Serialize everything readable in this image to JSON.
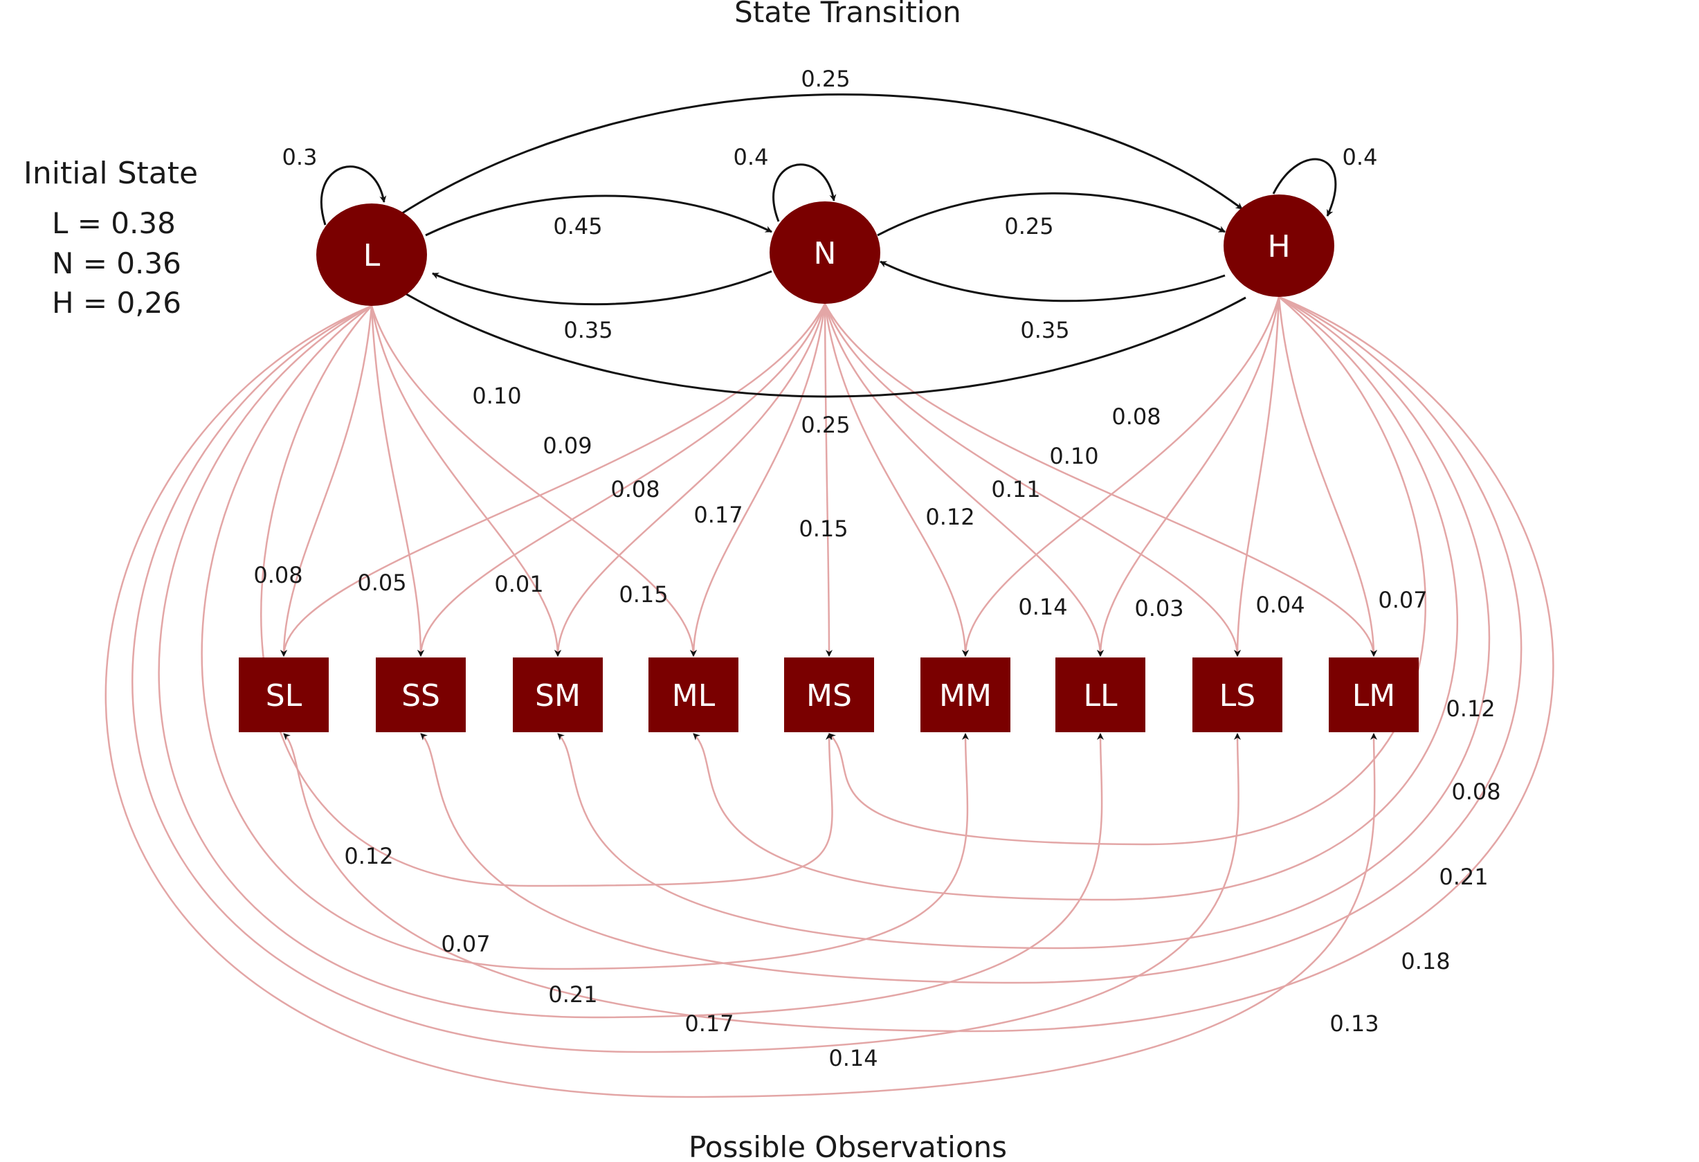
{
  "title": "State Transition",
  "footer": "Possible Observations",
  "initial_state": {
    "title": "Initial State",
    "lines": [
      "L = 0.38",
      "N = 0.36",
      "H = 0,26"
    ]
  },
  "colors": {
    "node": "#7a0000",
    "transition_edge": "#111111",
    "emission_edge": "#e3a6a6",
    "text": "#1a1a1a"
  },
  "states": [
    "L",
    "N",
    "H"
  ],
  "observations": [
    "SL",
    "SS",
    "SM",
    "ML",
    "MS",
    "MM",
    "LL",
    "LS",
    "LM"
  ],
  "transitions": [
    {
      "from": "L",
      "to": "L",
      "p": "0.3"
    },
    {
      "from": "L",
      "to": "N",
      "p": "0.45"
    },
    {
      "from": "L",
      "to": "H",
      "p": "0.25"
    },
    {
      "from": "N",
      "to": "N",
      "p": "0.4"
    },
    {
      "from": "N",
      "to": "L",
      "p": "0.35"
    },
    {
      "from": "N",
      "to": "H",
      "p": "0.25"
    },
    {
      "from": "H",
      "to": "H",
      "p": "0.4"
    },
    {
      "from": "H",
      "to": "N",
      "p": "0.35"
    },
    {
      "from": "H",
      "to": "L",
      "p": ""
    }
  ],
  "emissions": {
    "L": [
      {
        "obs": "SL",
        "p": "0.08"
      },
      {
        "obs": "SS",
        "p": "0.05"
      },
      {
        "obs": "SM",
        "p": "0.01"
      },
      {
        "obs": "ML",
        "p": "0.15"
      },
      {
        "obs": "MS",
        "p": "0.12"
      },
      {
        "obs": "MM",
        "p": "0.07"
      },
      {
        "obs": "LL",
        "p": "0.21"
      },
      {
        "obs": "LS",
        "p": "0.17"
      },
      {
        "obs": "LM",
        "p": "0.14"
      }
    ],
    "N": [
      {
        "obs": "SL",
        "p": "0.10"
      },
      {
        "obs": "SS",
        "p": "0.09"
      },
      {
        "obs": "SM",
        "p": "0.08"
      },
      {
        "obs": "ML",
        "p": "0.17"
      },
      {
        "obs": "MS",
        "p": "0.15"
      },
      {
        "obs": "MM",
        "p": "0.12"
      },
      {
        "obs": "LL",
        "p": "0.11"
      },
      {
        "obs": "LS",
        "p": "0.10"
      },
      {
        "obs": "LM",
        "p": "0.08"
      }
    ],
    "H": [
      {
        "obs": "SL",
        "p": "0.13"
      },
      {
        "obs": "SS",
        "p": "0.18"
      },
      {
        "obs": "SM",
        "p": "0.21"
      },
      {
        "obs": "ML",
        "p": "0.08"
      },
      {
        "obs": "MS",
        "p": "0.12"
      },
      {
        "obs": "MM",
        "p": "0.14"
      },
      {
        "obs": "LL",
        "p": "0.03"
      },
      {
        "obs": "LS",
        "p": "0.04"
      },
      {
        "obs": "LM",
        "p": "0.07"
      }
    ]
  },
  "extra_label": "0.25"
}
